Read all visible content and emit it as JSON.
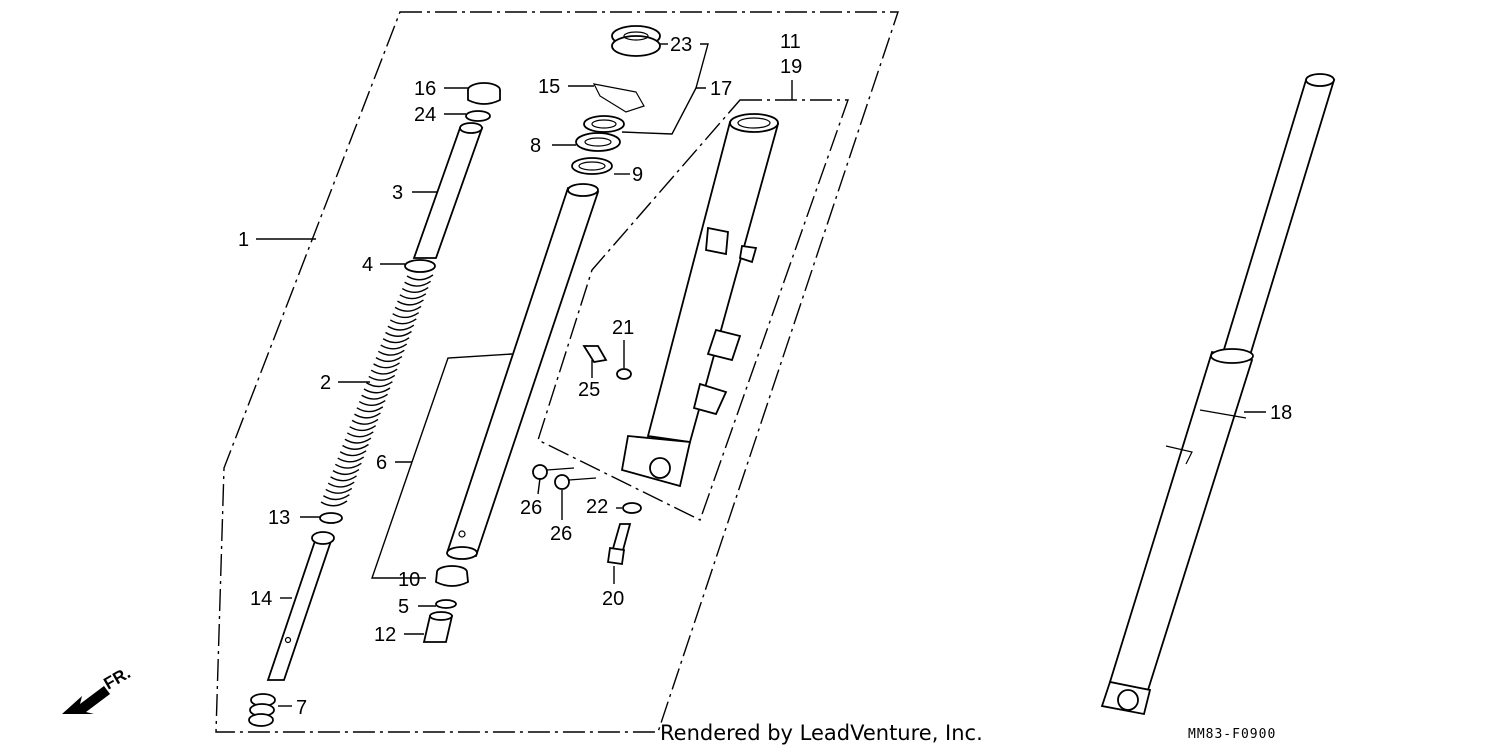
{
  "diagram": {
    "caption": "Rendered by LeadVenture, Inc.",
    "code": "MM83-F0900",
    "direction_label": "FR.",
    "parts": [
      {
        "id": "p1",
        "label": "1"
      },
      {
        "id": "p2",
        "label": "2"
      },
      {
        "id": "p3",
        "label": "3"
      },
      {
        "id": "p4",
        "label": "4"
      },
      {
        "id": "p5",
        "label": "5"
      },
      {
        "id": "p6",
        "label": "6"
      },
      {
        "id": "p7",
        "label": "7"
      },
      {
        "id": "p8",
        "label": "8"
      },
      {
        "id": "p9",
        "label": "9"
      },
      {
        "id": "p10",
        "label": "10"
      },
      {
        "id": "p11",
        "label": "11"
      },
      {
        "id": "p12",
        "label": "12"
      },
      {
        "id": "p13",
        "label": "13"
      },
      {
        "id": "p14",
        "label": "14"
      },
      {
        "id": "p15",
        "label": "15"
      },
      {
        "id": "p16",
        "label": "16"
      },
      {
        "id": "p17",
        "label": "17"
      },
      {
        "id": "p18",
        "label": "18"
      },
      {
        "id": "p19",
        "label": "19"
      },
      {
        "id": "p20",
        "label": "20"
      },
      {
        "id": "p21",
        "label": "21"
      },
      {
        "id": "p22",
        "label": "22"
      },
      {
        "id": "p23",
        "label": "23"
      },
      {
        "id": "p24",
        "label": "24"
      },
      {
        "id": "p25",
        "label": "25"
      },
      {
        "id": "p26a",
        "label": "26"
      },
      {
        "id": "p26b",
        "label": "26"
      }
    ]
  }
}
